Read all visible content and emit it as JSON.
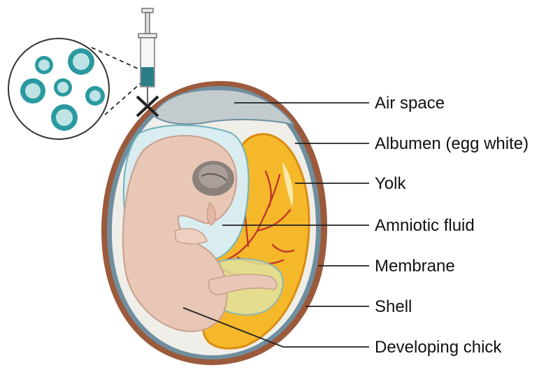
{
  "labels": {
    "air_space": "Air space",
    "albumen": "Albumen (egg white)",
    "yolk": "Yolk",
    "amniotic_fluid": "Amniotic fluid",
    "membrane": "Membrane",
    "shell": "Shell",
    "developing_chick": "Developing chick"
  },
  "colors": {
    "shell_outer": "#9c5a3c",
    "shell_inner": "#c48a6a",
    "membrane": "#6f8fa0",
    "albumen": "#efeee9",
    "air_space": "#c3cbce",
    "yolk": "#f5b82a",
    "yolk_edge": "#d98d10",
    "amniotic": "#d9ecef",
    "chick": "#e9c7b6",
    "virus": "#2a9aa0"
  }
}
